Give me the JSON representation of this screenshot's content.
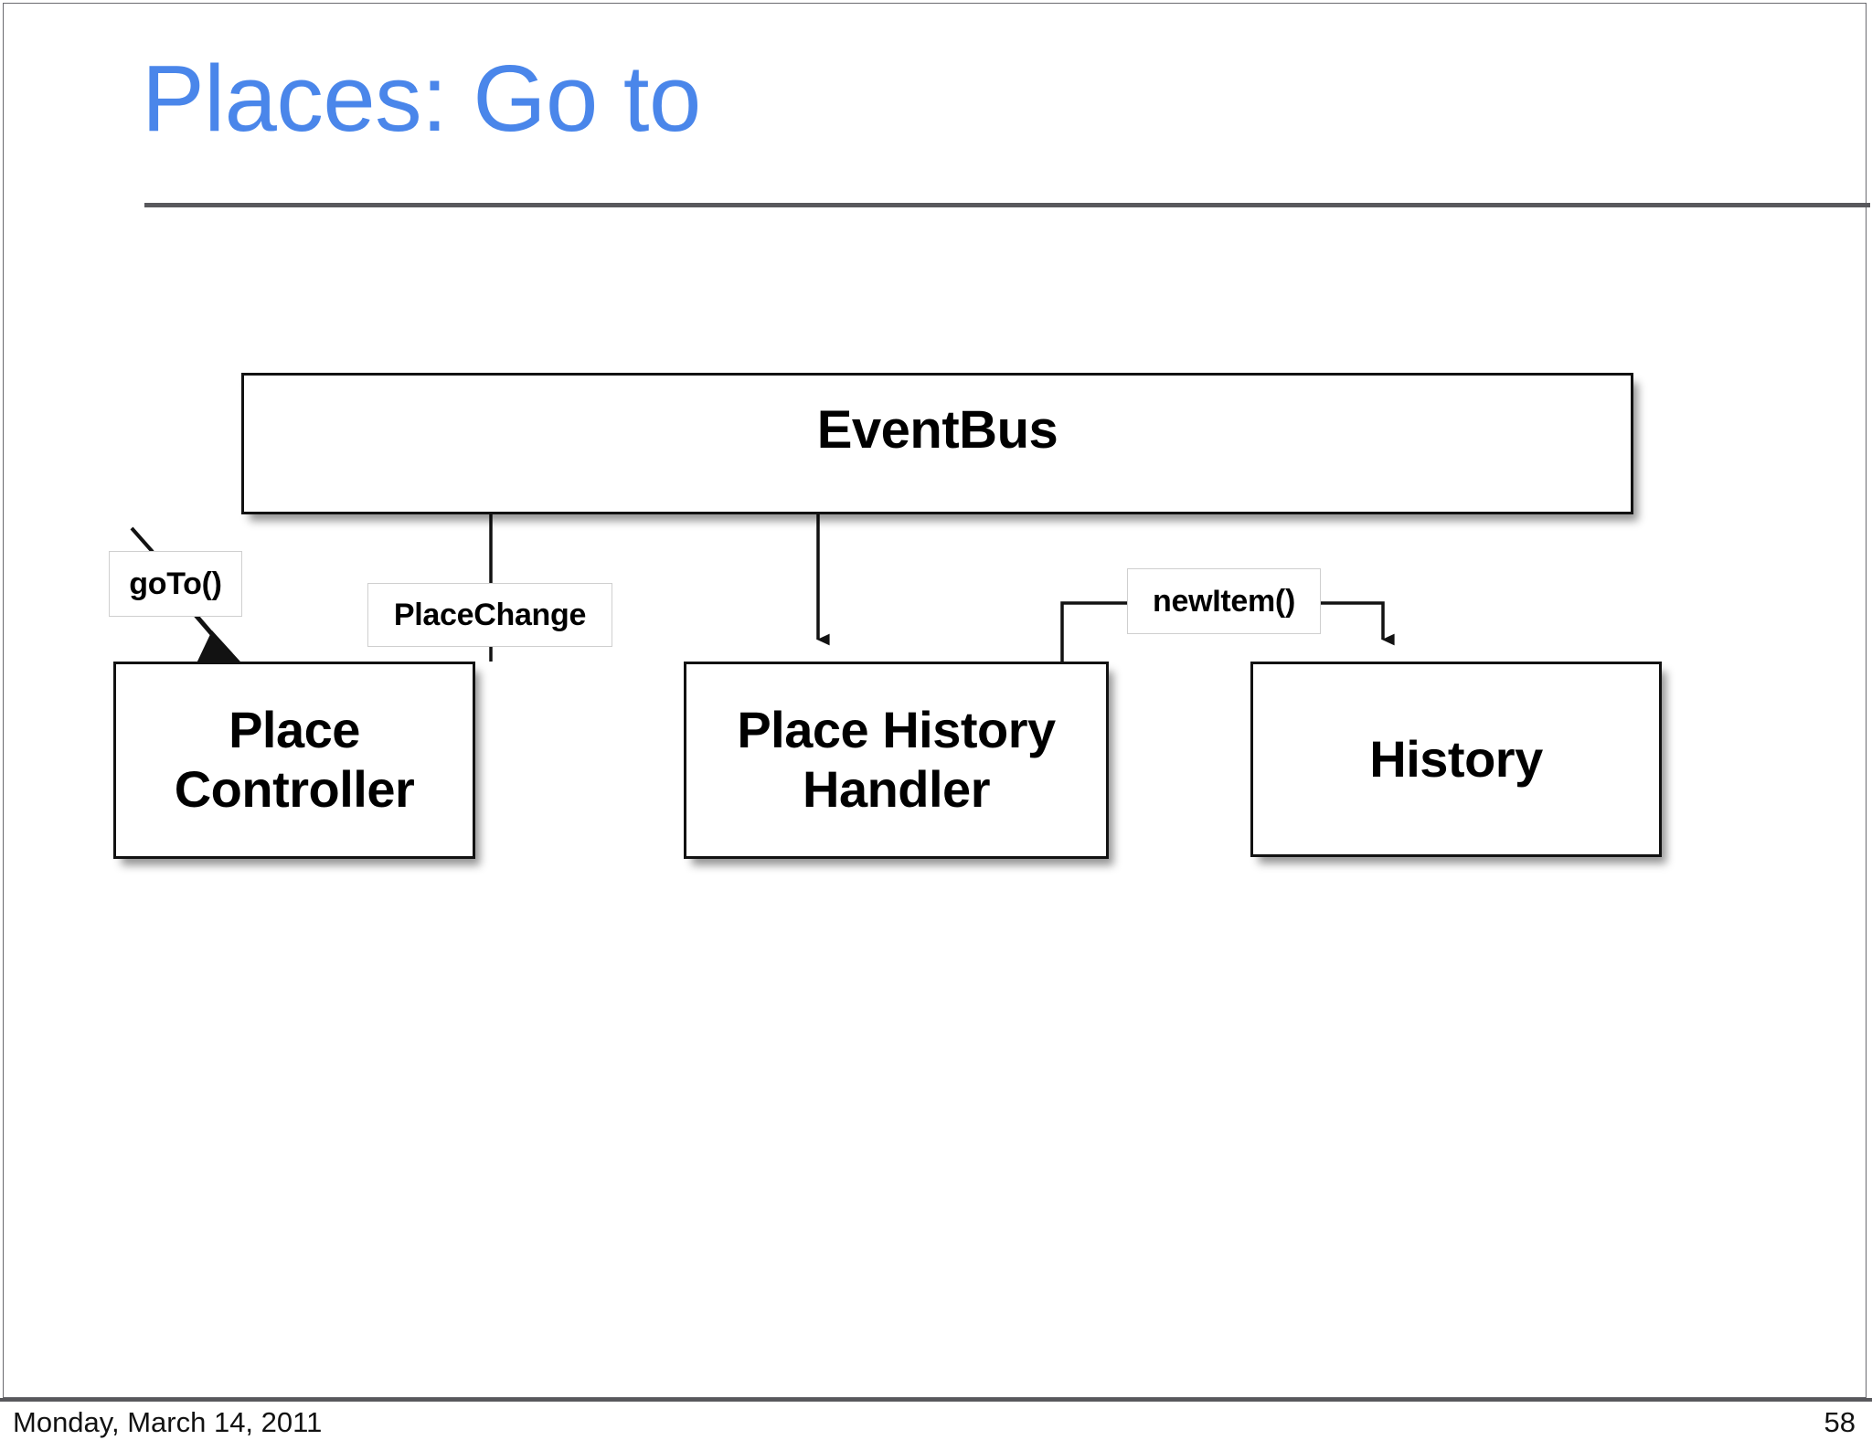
{
  "slide": {
    "title": "Places: Go to",
    "title_color": "#4a86ea",
    "rule_color": "#58585c",
    "background": "#ffffff"
  },
  "diagram": {
    "type": "flow-diagram",
    "nodes": [
      {
        "id": "eventbus",
        "label": "EventBus"
      },
      {
        "id": "place-controller",
        "label": "Place\nController",
        "line1": "Place",
        "line2": "Controller"
      },
      {
        "id": "place-history-handler",
        "label": "Place History\nHandler",
        "line1": "Place History",
        "line2": "Handler"
      },
      {
        "id": "history",
        "label": "History"
      }
    ],
    "edge_labels": [
      {
        "id": "goto",
        "label": "goTo()"
      },
      {
        "id": "placechange",
        "label": "PlaceChange"
      },
      {
        "id": "newitem",
        "label": "newItem()"
      }
    ],
    "edges": [
      {
        "from": "external",
        "to": "place-controller",
        "label": "goTo()",
        "style": "diagonal-arrow"
      },
      {
        "from": "eventbus",
        "to": "place-controller",
        "label": "PlaceChange",
        "style": "orthogonal"
      },
      {
        "from": "eventbus",
        "to": "place-history-handler",
        "label": "",
        "style": "orthogonal-arrow"
      },
      {
        "from": "place-history-handler",
        "to": "history",
        "label": "newItem()",
        "style": "orthogonal-arrow"
      }
    ],
    "stroke_color": "#121212"
  },
  "footer": {
    "date": "Monday, March 14, 2011",
    "page_number": "58"
  }
}
